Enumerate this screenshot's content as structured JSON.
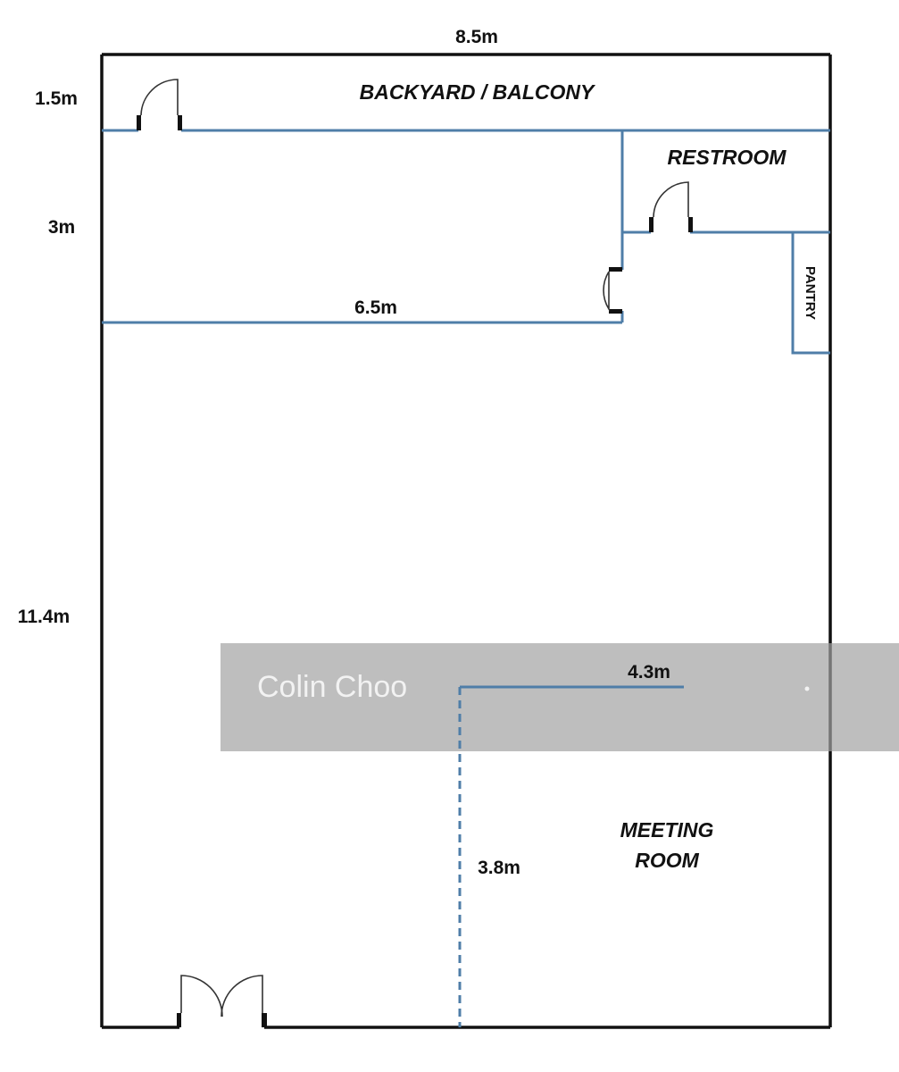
{
  "plan": {
    "colors": {
      "outer_wall": "#111111",
      "inner_wall": "#4f7ea8",
      "watermark_band": "#b9b9b9",
      "watermark_text": "#f2f2f2"
    },
    "dimensions": {
      "total_width": "8.5m",
      "balcony_depth": "1.5m",
      "room_depth": "3m",
      "room_width": "6.5m",
      "main_depth": "11.4m",
      "meeting_width": "4.3m",
      "meeting_depth": "3.8m"
    },
    "rooms": {
      "balcony": "BACKYARD / BALCONY",
      "restroom": "RESTROOM",
      "pantry": "PANTRY",
      "meeting_line1": "MEETING",
      "meeting_line2": "ROOM"
    },
    "watermark": "Colin Choo"
  }
}
